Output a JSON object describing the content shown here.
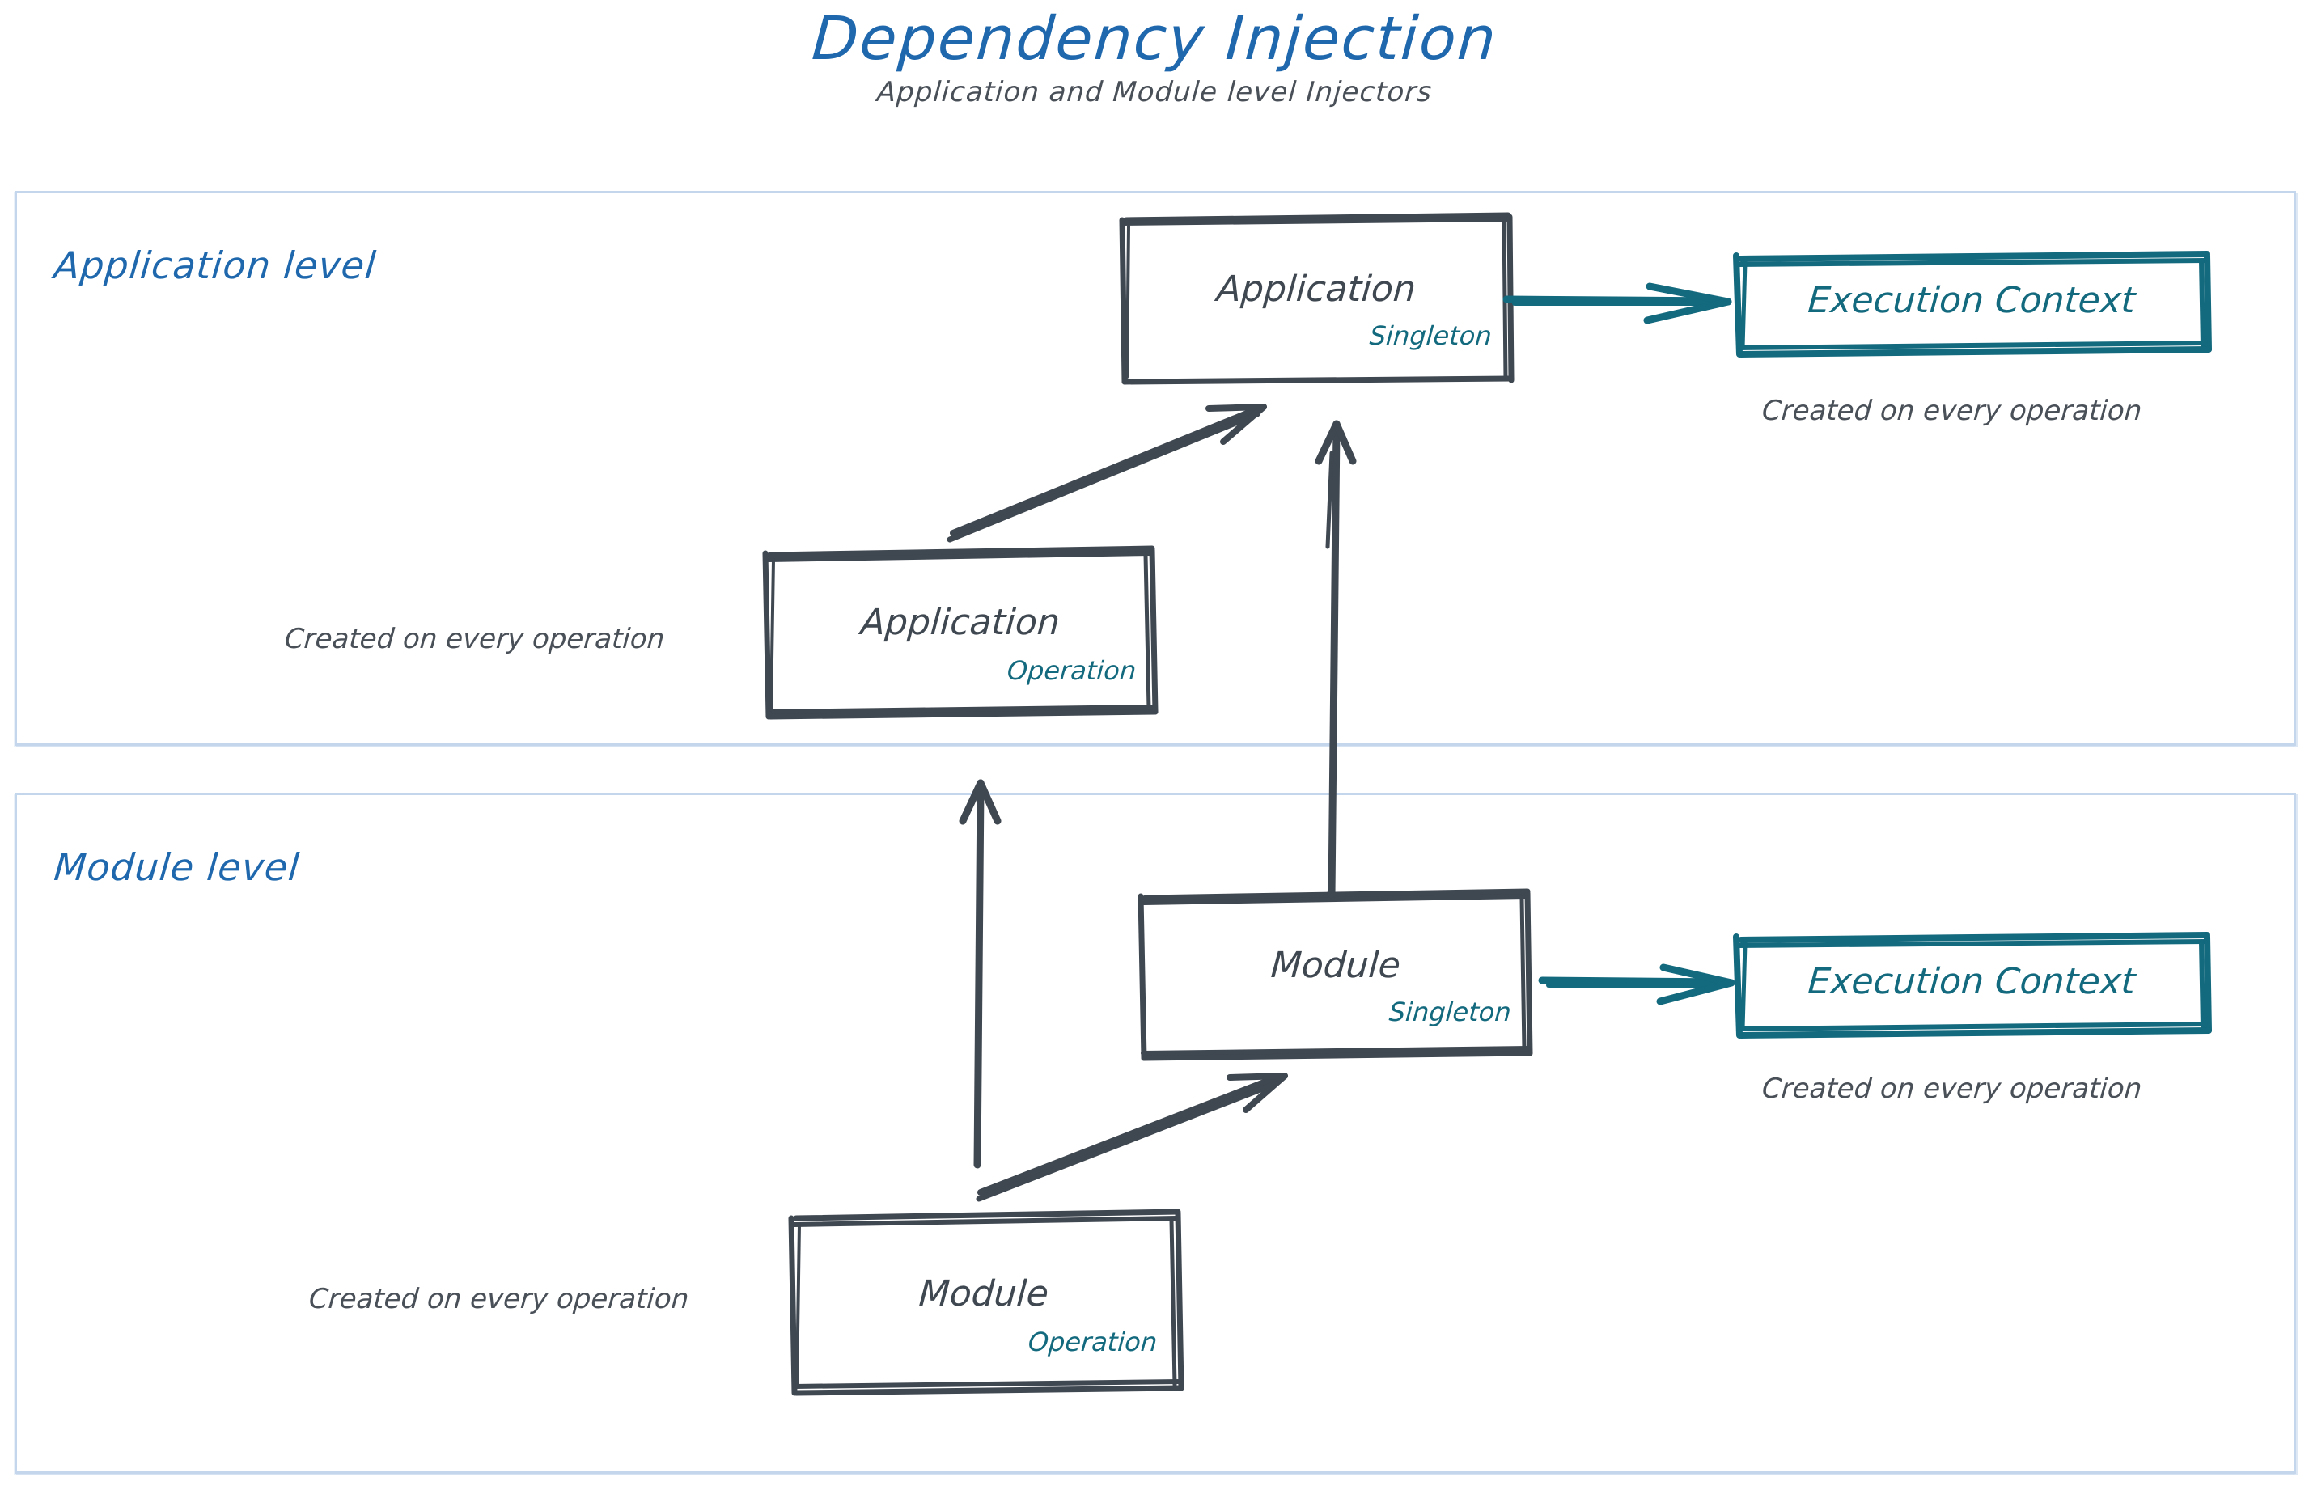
{
  "title": "Dependency Injection",
  "subtitle": "Application and Module level Injectors",
  "colors": {
    "title_blue": "#1f68ad",
    "teal": "#13697d",
    "dark_gray": "#3f4750",
    "container_border": "#c3d6ec"
  },
  "levels": [
    {
      "id": "application-level",
      "label": "Application level"
    },
    {
      "id": "module-level",
      "label": "Module level"
    }
  ],
  "nodes": {
    "application_singleton": {
      "title": "Application",
      "scope": "Singleton"
    },
    "application_operation": {
      "title": "Application",
      "scope": "Operation"
    },
    "module_singleton": {
      "title": "Module",
      "scope": "Singleton"
    },
    "module_operation": {
      "title": "Module",
      "scope": "Operation"
    }
  },
  "exec_contexts": {
    "application": {
      "label": "Execution Context",
      "note": "Created on every operation"
    },
    "module": {
      "label": "Execution Context",
      "note": "Created on every operation"
    }
  },
  "annotations": {
    "application_operation_note": "Created on every operation",
    "module_operation_note": "Created on every operation"
  }
}
